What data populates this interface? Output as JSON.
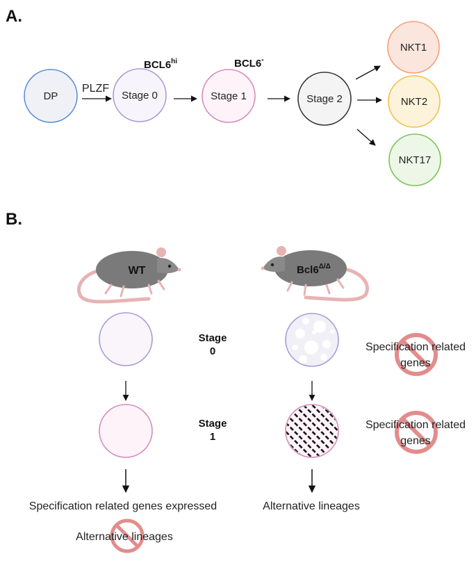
{
  "panel_a": {
    "label": "A.",
    "nodes": {
      "dp": "DP",
      "stage0": "Stage 0",
      "stage1": "Stage 1",
      "stage2": "Stage 2",
      "nkt1": "NKT1",
      "nkt2": "NKT2",
      "nkt17": "NKT17"
    },
    "plzf": "PLZF",
    "bcl6_hi": {
      "base": "BCL6",
      "sup": "hi"
    },
    "bcl6_neg": {
      "base": "BCL6",
      "sup": "-"
    }
  },
  "panel_b": {
    "label": "B.",
    "wt_mouse": "WT",
    "ko_mouse": {
      "base": "Bcl6",
      "sup": "Δ/Δ"
    },
    "stage0": {
      "line1": "Stage",
      "line2": "0"
    },
    "stage1": {
      "line1": "Stage",
      "line2": "1"
    },
    "spec_genes": {
      "line1": "Specification related",
      "line2": "genes"
    },
    "wt_outcome": "Specification related genes expressed",
    "wt_blocked": "Alternative lineages",
    "ko_outcome": "Alternative lineages"
  },
  "colors": {
    "dp": "#5b8ed8",
    "stage0": "#a89ad8",
    "stage1": "#d58ab8",
    "stage2": "#333333",
    "nkt1": "#f1a17a",
    "nkt2": "#f0c24a",
    "nkt17": "#7cc25a",
    "no_sign": "#e38c8c",
    "mouse": "#7a7a7a",
    "tail": "#e7b3b3"
  }
}
